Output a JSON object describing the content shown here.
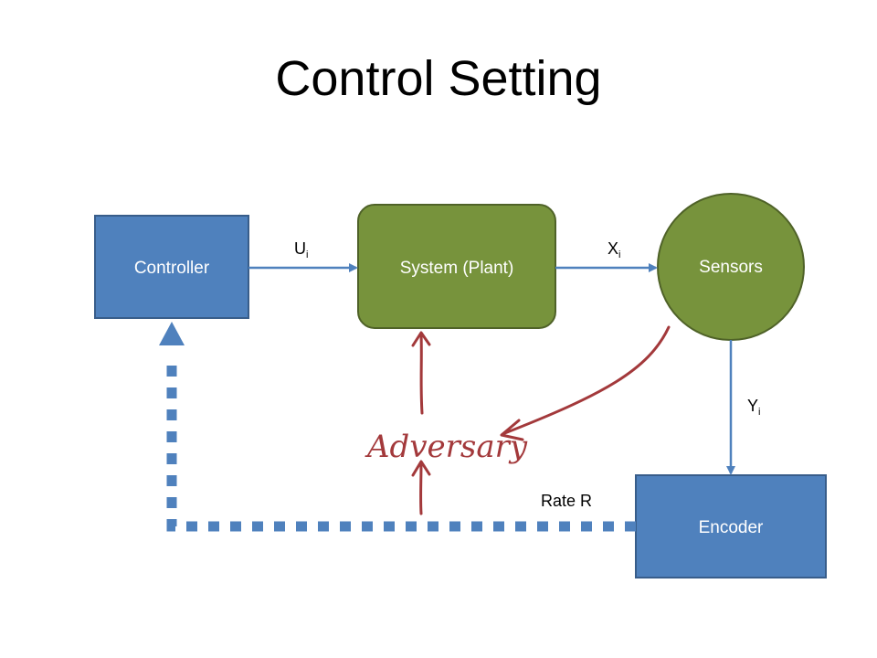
{
  "slide": {
    "title": "Control Setting"
  },
  "nodes": {
    "controller": "Controller",
    "plant": "System (Plant)",
    "sensors": "Sensors",
    "encoder": "Encoder"
  },
  "edges": {
    "u_main": "U",
    "u_sub": "i",
    "x_main": "X",
    "x_sub": "i",
    "y_main": "Y",
    "y_sub": "i",
    "rate": "Rate R"
  },
  "annotation": {
    "adversary": "Adversary"
  },
  "colors": {
    "blue_box": "#4f81bd",
    "blue_border": "#385d8a",
    "green_box": "#77933c",
    "green_border": "#4f6228",
    "arrow_blue": "#4f81bd",
    "adversary_red": "#a3393b"
  }
}
